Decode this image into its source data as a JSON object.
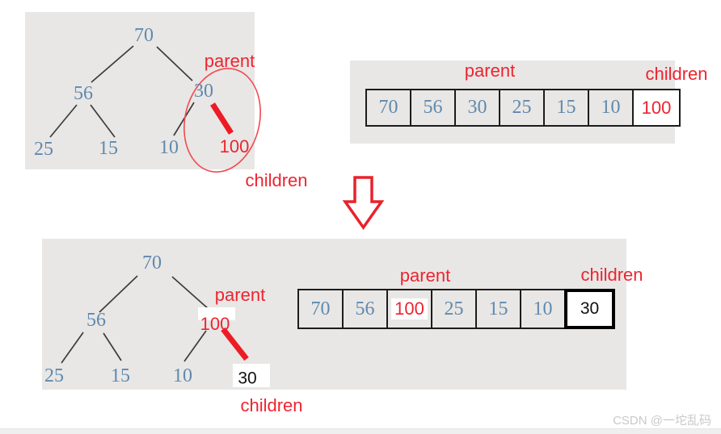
{
  "title": "heap adjust-up swap diagram",
  "colors": {
    "annotation_red": "#ee2430",
    "node_blue": "#6089ae",
    "panel_gray": "#e8e7e5",
    "edge_dark": "#3c3c3c"
  },
  "before": {
    "tree": {
      "nodes": [
        "70",
        "56",
        "30",
        "25",
        "15",
        "10"
      ],
      "swap_child": "100",
      "parent_label": "parent",
      "children_label": "children"
    },
    "array": {
      "cells": [
        "70",
        "56",
        "30",
        "25",
        "15",
        "10",
        "100"
      ],
      "parent_label": "parent",
      "children_label": "children"
    }
  },
  "after": {
    "tree": {
      "nodes": [
        "70",
        "56",
        "100",
        "25",
        "15",
        "10"
      ],
      "swap_child": "30",
      "parent_label": "parent",
      "children_label": "children"
    },
    "array": {
      "cells": [
        "70",
        "56",
        "100",
        "25",
        "15",
        "10",
        "30"
      ],
      "parent_label": "parent",
      "children_label": "children"
    }
  },
  "watermark": "CSDN @一坨乱码"
}
